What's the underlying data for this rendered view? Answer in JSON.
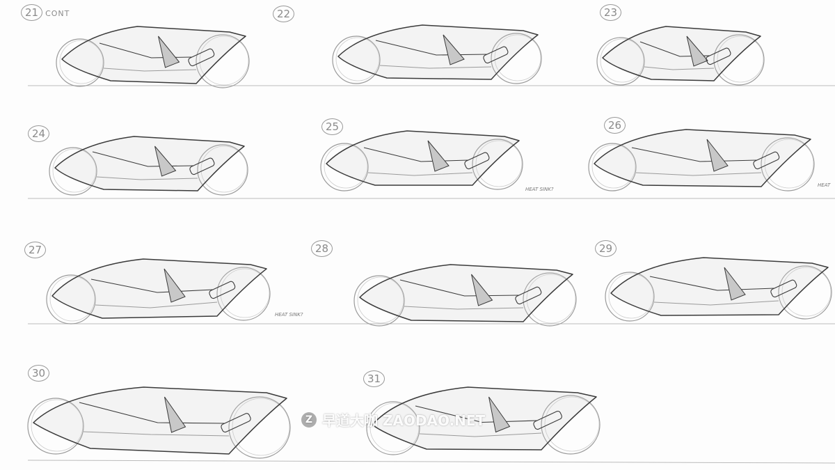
{
  "sketches": [
    {
      "number": "21",
      "suffix": "CONT"
    },
    {
      "number": "22"
    },
    {
      "number": "23"
    },
    {
      "number": "24"
    },
    {
      "number": "25",
      "note": "HEAT SINK?"
    },
    {
      "number": "26",
      "note": "HEAT"
    },
    {
      "number": "27",
      "note": "HEAT SINK?"
    },
    {
      "number": "28"
    },
    {
      "number": "29"
    },
    {
      "number": "30"
    },
    {
      "number": "31"
    }
  ],
  "watermark": {
    "logo": "Z",
    "text": "早道大咖 ZAODAO.NET"
  },
  "colors": {
    "ink": "#3a3a3a",
    "light_ink": "#9a9a9a",
    "shade": "#c8c8c8",
    "paper": "#fdfdfd"
  }
}
